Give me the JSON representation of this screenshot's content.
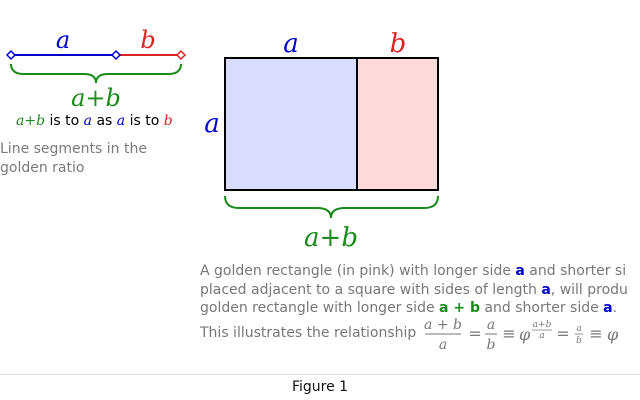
{
  "segments": {
    "label_a": "a",
    "label_b": "b",
    "label_sum": "a+b",
    "ratio": {
      "part1": "a+b",
      "part2": "is to",
      "part3": "a",
      "part4": "as",
      "part5": "a",
      "part6": "is to",
      "part7": "b"
    },
    "caption": "Line segments in the golden ratio"
  },
  "rectangle": {
    "label_top_a": "a",
    "label_top_b": "b",
    "label_side_a": "a",
    "label_bottom": "a+b"
  },
  "caption": {
    "line1_pre": "A golden rectangle (in pink) with longer side ",
    "line1_a": "a",
    "line1_mid": " and shorter si",
    "line2_pre": "placed adjacent to a square with sides of length ",
    "line2_a": "a",
    "line2_post": ", will produ",
    "line3_pre": "golden rectangle with longer side ",
    "line3_sum": "a + b",
    "line3_mid": " and shorter side ",
    "line3_a": "a",
    "line3_post": ".",
    "formula_lead": "This illustrates the relationship"
  },
  "formula": {
    "frac1_num": "a + b",
    "frac1_den": "a",
    "eq1": "=",
    "frac2_num": "a",
    "frac2_den": "b",
    "equiv1": "≡",
    "phi": "φ",
    "sup_num": "a+b",
    "sup_den": "a",
    "eq2": "=",
    "frac3_num": "a",
    "frac3_den": "b",
    "equiv2": "≡",
    "phi2": "φ"
  },
  "figure_label": "Figure 1",
  "colors": {
    "a": "#0000cc",
    "b": "#dd2222",
    "sum": "#1a8a1a",
    "square_fill": "#d8dcff",
    "rect_fill": "#ffdada",
    "caption": "#777777"
  }
}
